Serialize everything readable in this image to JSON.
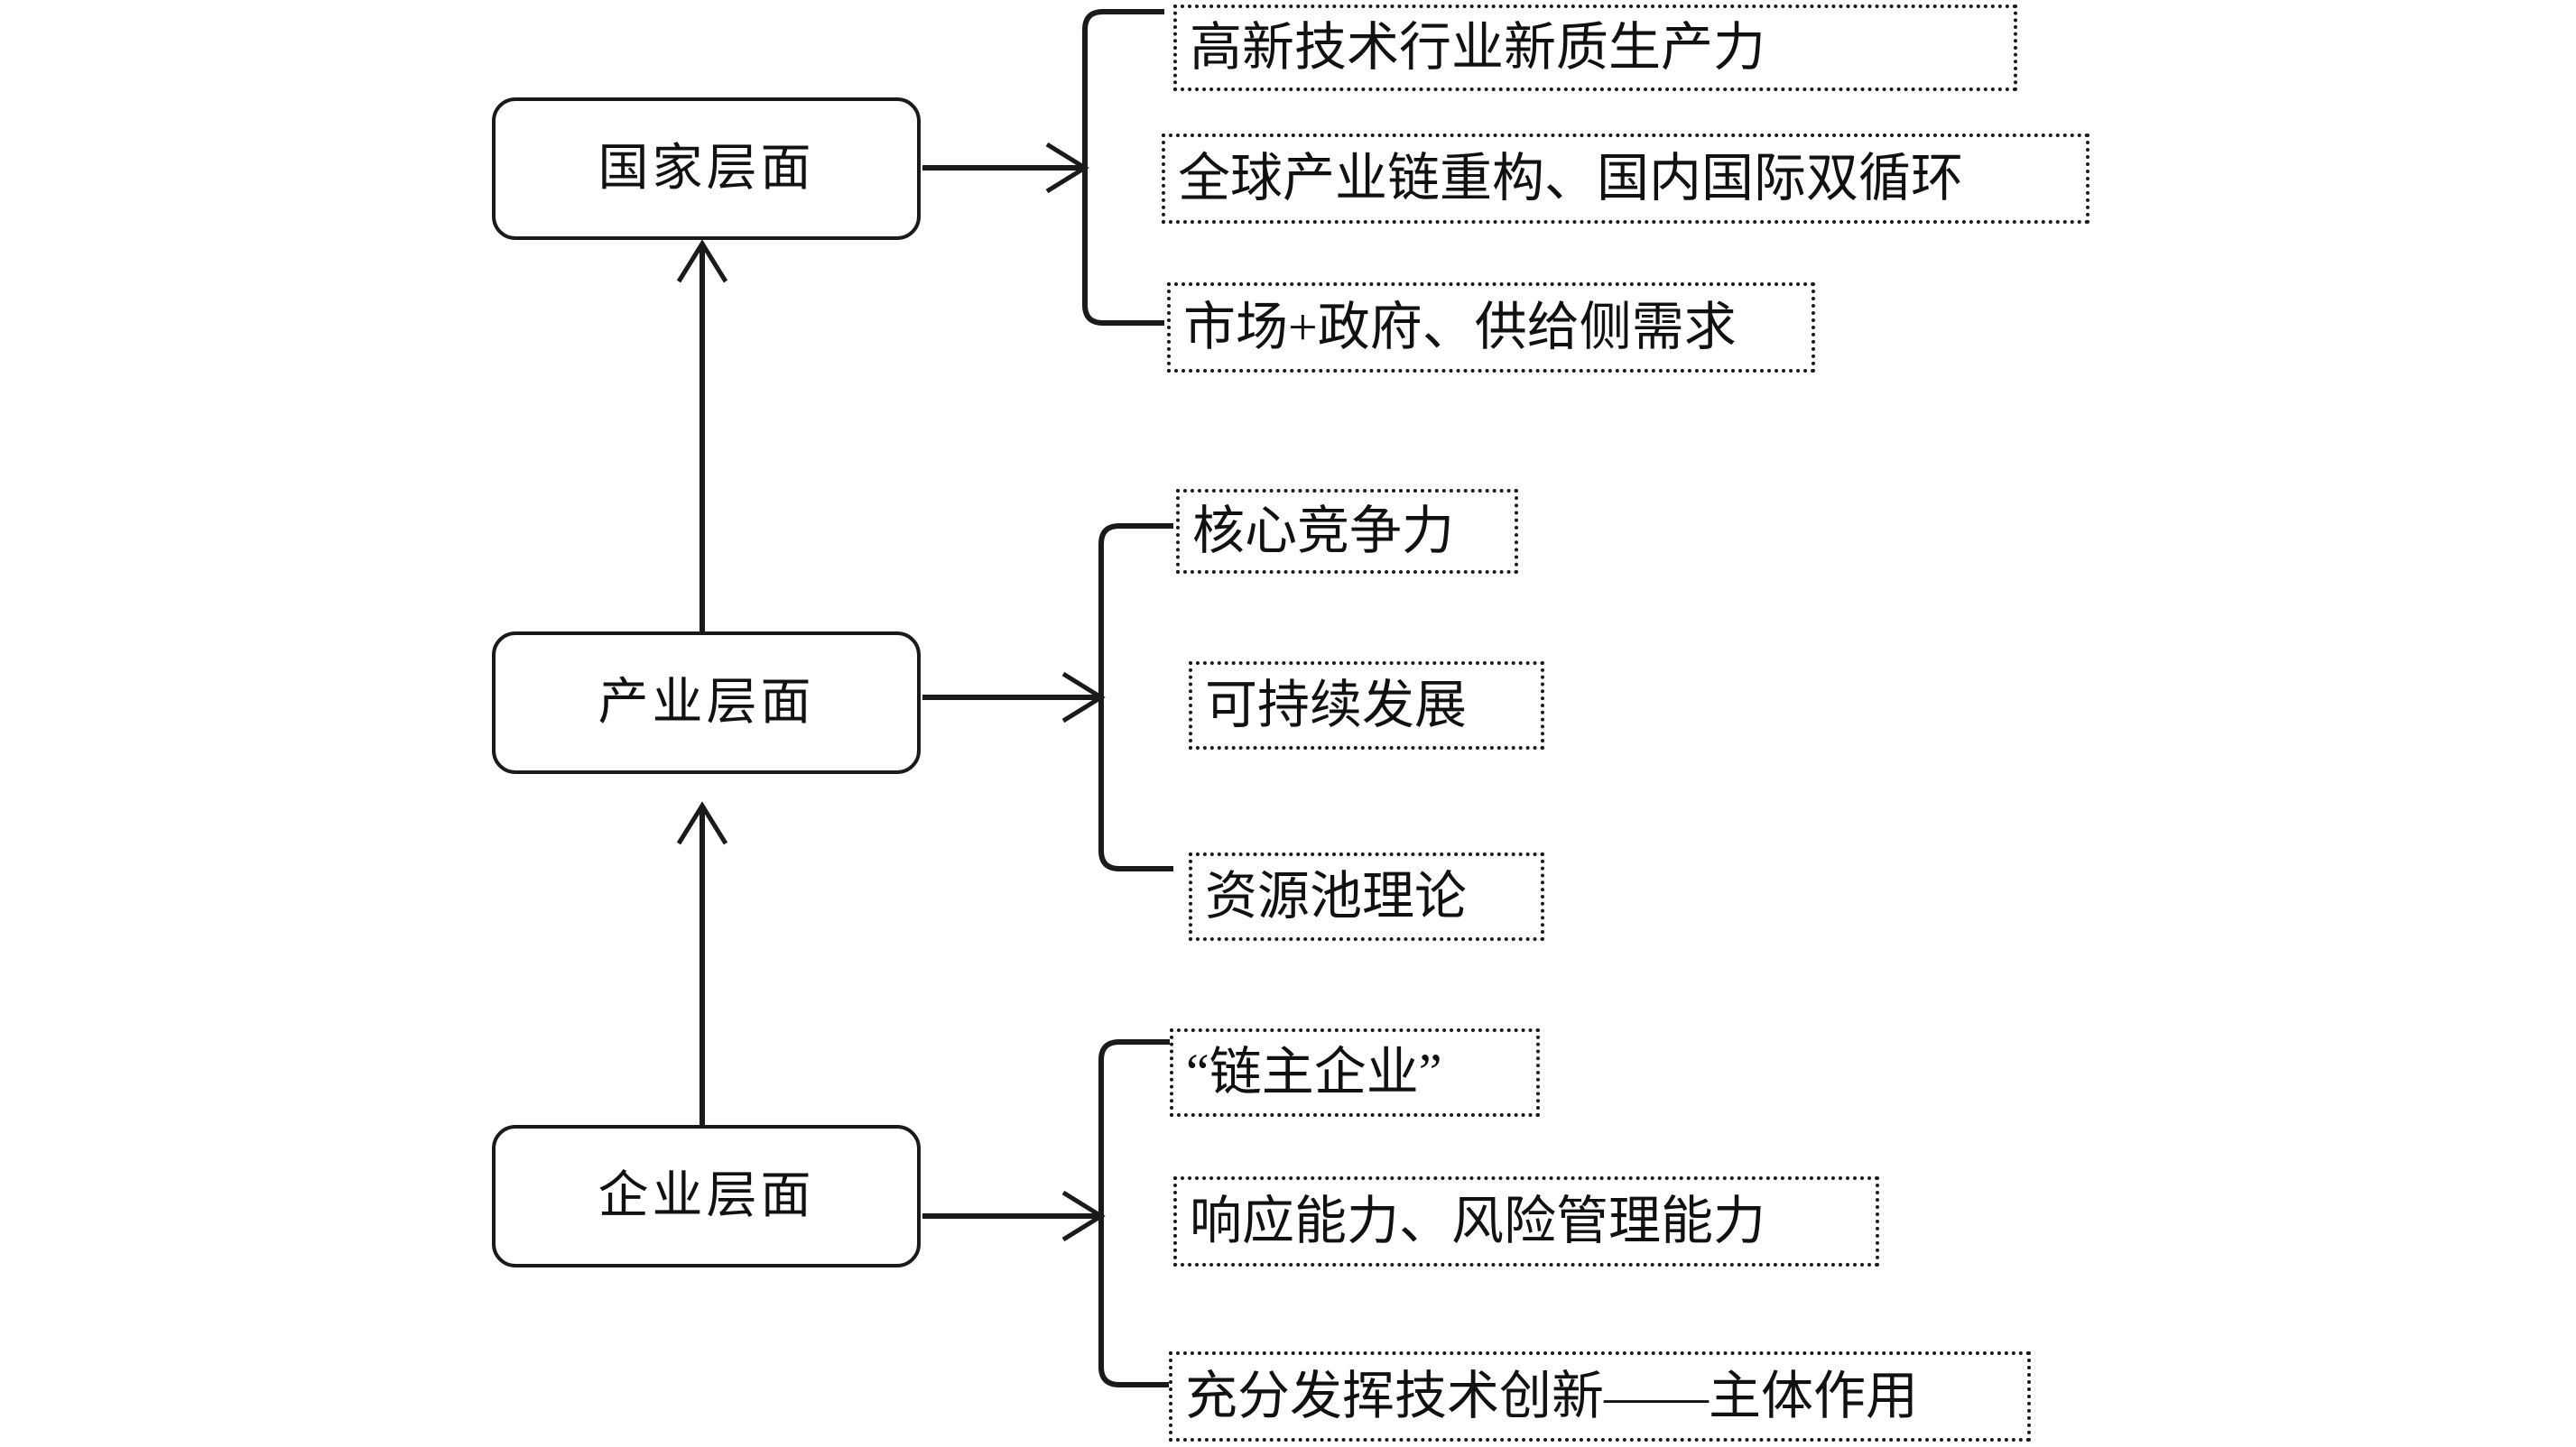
{
  "diagram": {
    "type": "hierarchy-bracket-diagram",
    "title": "",
    "levels": [
      {
        "id": "national",
        "label": "国家层面",
        "items": [
          {
            "label": "高新技术行业新质生产力"
          },
          {
            "label": "全球产业链重构、国内国际双循环"
          },
          {
            "label": "市场+政府、供给侧需求"
          }
        ]
      },
      {
        "id": "industry",
        "label": "产业层面",
        "items": [
          {
            "label": "核心竞争力"
          },
          {
            "label": "可持续发展"
          },
          {
            "label": "资源池理论"
          }
        ]
      },
      {
        "id": "enterprise",
        "label": "企业层面",
        "items": [
          {
            "label": "“链主企业”"
          },
          {
            "label": "响应能力、风险管理能力"
          },
          {
            "label": "充分发挥技术创新——主体作用"
          }
        ]
      }
    ],
    "colors": {
      "stroke": "#1a1a1a",
      "text": "#111111",
      "background": "#ffffff"
    }
  }
}
